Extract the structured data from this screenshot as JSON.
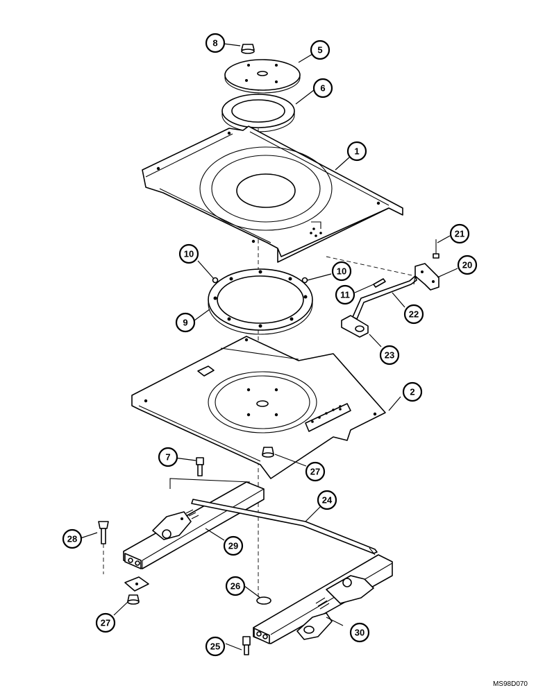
{
  "figure_code": "MS98D070",
  "callouts": [
    {
      "id": "c8",
      "label": "8"
    },
    {
      "id": "c5",
      "label": "5"
    },
    {
      "id": "c6",
      "label": "6"
    },
    {
      "id": "c1",
      "label": "1"
    },
    {
      "id": "c21",
      "label": "21"
    },
    {
      "id": "c20",
      "label": "20"
    },
    {
      "id": "c10a",
      "label": "10"
    },
    {
      "id": "c10b",
      "label": "10"
    },
    {
      "id": "c11",
      "label": "11"
    },
    {
      "id": "c22",
      "label": "22"
    },
    {
      "id": "c9",
      "label": "9"
    },
    {
      "id": "c23",
      "label": "23"
    },
    {
      "id": "c2",
      "label": "2"
    },
    {
      "id": "c7",
      "label": "7"
    },
    {
      "id": "c27a",
      "label": "27"
    },
    {
      "id": "c24",
      "label": "24"
    },
    {
      "id": "c28",
      "label": "28"
    },
    {
      "id": "c29",
      "label": "29"
    },
    {
      "id": "c26",
      "label": "26"
    },
    {
      "id": "c27b",
      "label": "27"
    },
    {
      "id": "c30",
      "label": "30"
    },
    {
      "id": "c25",
      "label": "25"
    }
  ]
}
